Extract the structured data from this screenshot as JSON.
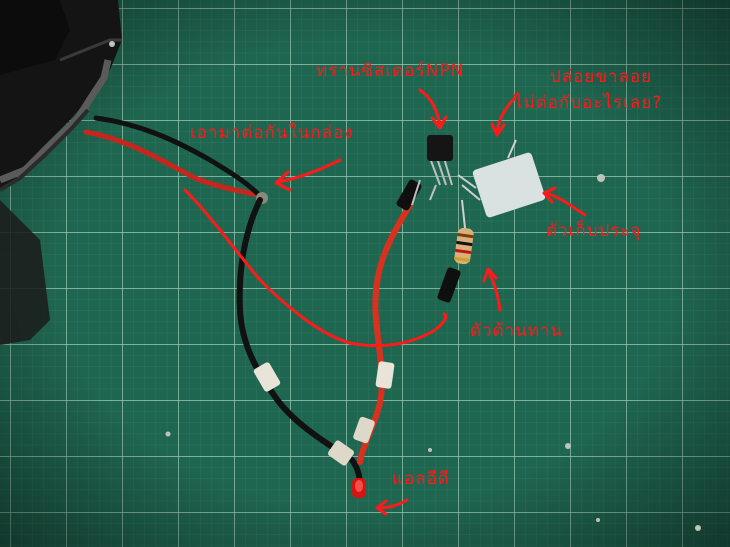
{
  "annotations": {
    "join_in_box": "เอามาต่อกันในกล่อง",
    "transistor": "ทรานซิสเตอร์NPN",
    "floating_leg_line1": "ปล่อยขาลอย",
    "floating_leg_line2": "ไม่ต่อกับอะไรเลย?",
    "capacitor": "ตัวเก็บประจุ",
    "resistor": "ตัวต้านทาน",
    "led": "แอลอีดี"
  },
  "colors": {
    "mat": "#1f6650",
    "grid": "#9fd0b8",
    "annotation": "#ff1a1a"
  }
}
